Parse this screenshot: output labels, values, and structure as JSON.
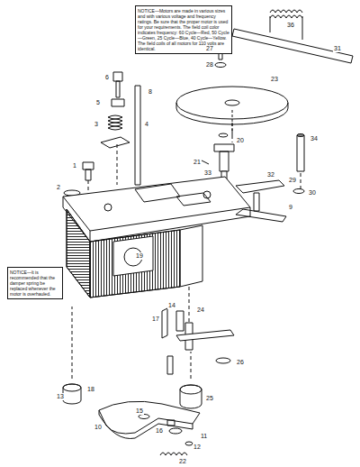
{
  "diagram": {
    "nodes": [
      {
        "text": [
          "NOTICE—Motors are made in various sizes and with various voltage and frequency ratings. Be sure that the proper motor is used for your requirements. The field coil color indicates frequency: 60 Cycle—Red, 50 Cycle—Green, 25 Cycle—Blue, 40 Cycle—Yellow. The field coils of all motors for 110 volts are identical."
        ]
      },
      {
        "text": [
          "NOTICE—It is recommended that the damper spring be replaced whenever the motor is overhauled."
        ]
      }
    ],
    "labels": [
      "36",
      "31",
      "27",
      "28",
      "23",
      "6",
      "5",
      "3",
      "4",
      "1",
      "2",
      "8",
      "20",
      "21",
      "33",
      "34",
      "32",
      "29",
      "30",
      "9",
      "19",
      "24",
      "14",
      "17",
      "26",
      "13",
      "18",
      "25",
      "10",
      "15",
      "16",
      "11",
      "12",
      "22"
    ]
  }
}
